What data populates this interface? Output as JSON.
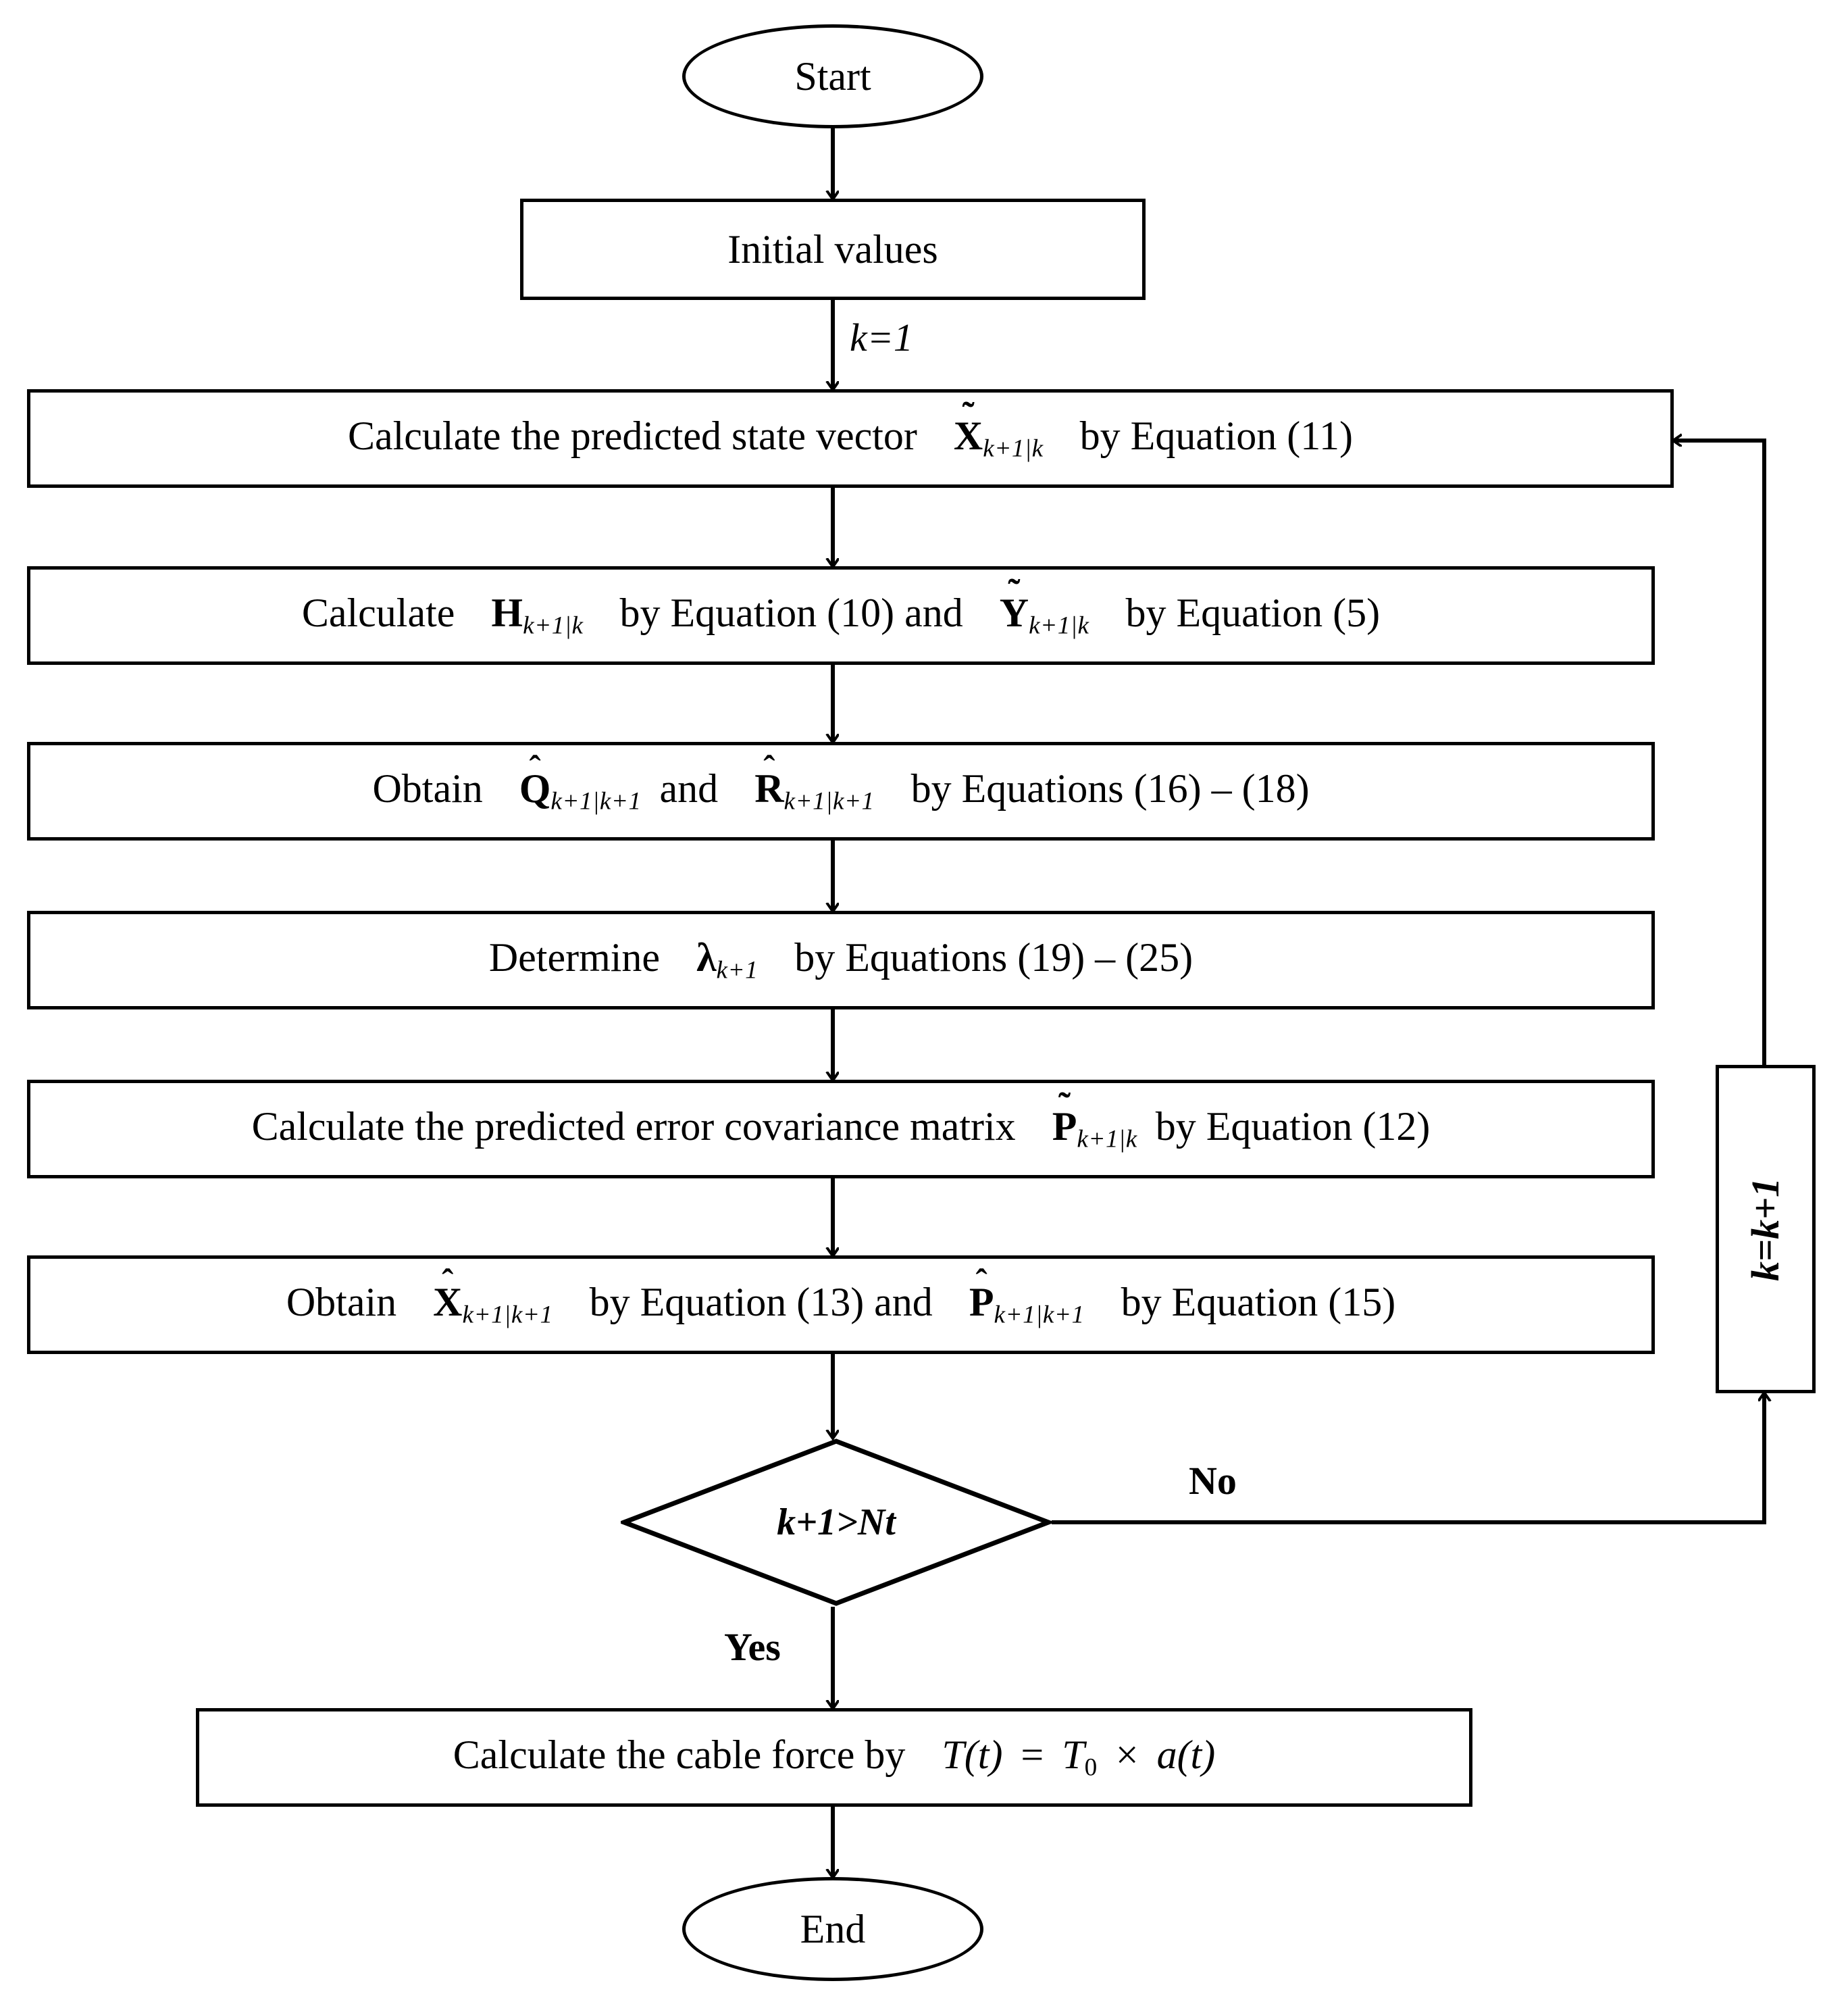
{
  "diagram": {
    "type": "flowchart",
    "title": "Adaptive Kalman filter cable force estimation flowchart",
    "background_color": "#ffffff",
    "line_color": "#000000"
  },
  "nodes": {
    "start": {
      "shape": "ellipse",
      "label": "Start"
    },
    "initial_values": {
      "shape": "process",
      "label": "Initial values"
    },
    "predict_state": {
      "shape": "process",
      "text_before": "Calculate the predicted state vector",
      "variable": "X",
      "accent": "tilde",
      "subscript": "k+1|k",
      "text_after": "by Equation (11)"
    },
    "calc_h_y": {
      "shape": "process",
      "text_before": "Calculate",
      "variable1": "H",
      "accent1": "none",
      "subscript1": "k+1|k",
      "text_middle": "by Equation (10) and",
      "variable2": "Y",
      "accent2": "tilde",
      "subscript2": "k+1|k",
      "text_after": "by Equation (5)"
    },
    "obtain_q_r": {
      "shape": "process",
      "text_before": "Obtain",
      "variable1": "Q",
      "accent1": "hat",
      "subscript1": "k+1|k+1",
      "text_middle": "and",
      "variable2": "R",
      "accent2": "hat",
      "subscript2": "k+1|k+1",
      "text_after": "by Equations (16) – (18)"
    },
    "determine_lambda": {
      "shape": "process",
      "text_before": "Determine",
      "variable": "λ",
      "accent": "none",
      "subscript": "k+1",
      "text_after": "by Equations (19) – (25)"
    },
    "predict_cov": {
      "shape": "process",
      "text_before": "Calculate the predicted error covariance matrix",
      "variable": "P",
      "accent": "tilde",
      "subscript": "k+1|k",
      "text_after": "by Equation (12)"
    },
    "obtain_x_p": {
      "shape": "process",
      "text_before": "Obtain",
      "variable1": "X",
      "accent1": "hat",
      "subscript1": "k+1|k+1",
      "text_middle": "by Equation (13) and",
      "variable2": "P",
      "accent2": "hat",
      "subscript2": "k+1|k+1",
      "text_after": "by Equation (15)"
    },
    "decision": {
      "shape": "diamond",
      "label": "k+1>Nt"
    },
    "increment": {
      "shape": "process",
      "label": "k=k+1",
      "rotated": true
    },
    "cable_force": {
      "shape": "process",
      "text_before": "Calculate the cable force by",
      "formula_lhs": "T(t)",
      "formula_op": "=",
      "formula_rhs_base": "T",
      "formula_rhs_sub": "0",
      "formula_times": "×",
      "formula_tail": "a(t)"
    },
    "end": {
      "shape": "ellipse",
      "label": "End"
    }
  },
  "edge_labels": {
    "k_init": "k=1",
    "no": "No",
    "yes": "Yes"
  }
}
